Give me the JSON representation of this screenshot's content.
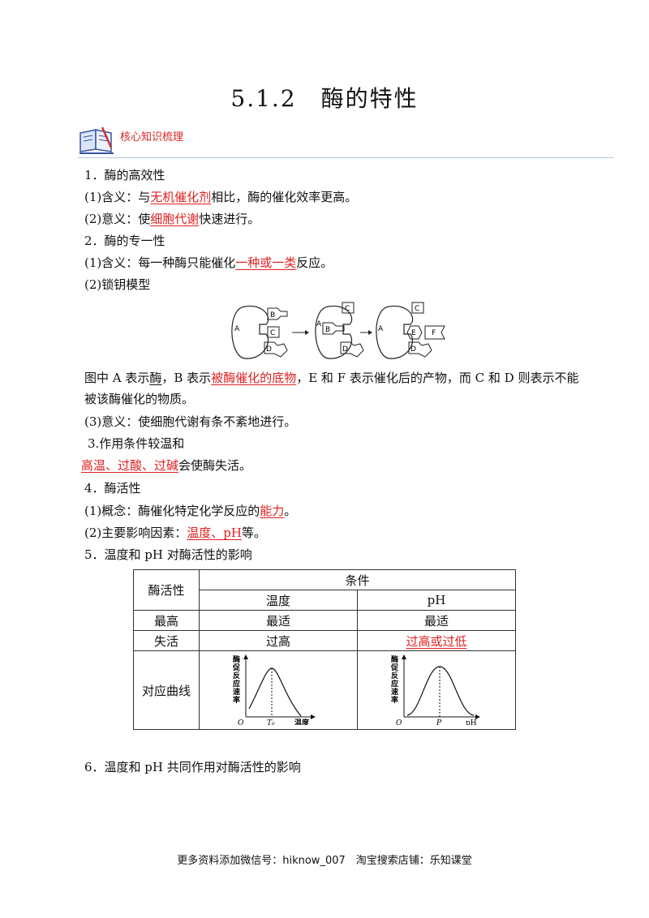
{
  "title": "5.1.2　酶的特性",
  "section": {
    "label": "核心知识梳理"
  },
  "content": {
    "h1": "1．酶的高效性",
    "l1a": "(1)含义：与",
    "l1b": "无机催化剂",
    "l1c": "相比，酶的催化效率更高。",
    "l2a": "(2)意义：使",
    "l2b": "细胞代谢",
    "l2c": "快速进行。",
    "h2": "2．酶的专一性",
    "l3a": "(1)含义：每一种酶只能催化",
    "l3b": "一种或一类",
    "l3c": "反应。",
    "l4": "(2)锁钥模型",
    "p1a": "图中 A 表示",
    "p1b": "酶",
    "p1c": "，B 表示",
    "p1d": "被酶催化的底物",
    "p1e": "，E 和 F 表示催化后的产物，而 C 和 D 则表示不能",
    "p2": "被该酶催化的物质。",
    "l5": "(3)意义：使细胞代谢有条不紊地进行。",
    "h3": "3.作用条件较温和",
    "l6a": "高温、过酸、过碱",
    "l6b": "会使酶失活。",
    "h4": "4．酶活性",
    "l7a": "(1)概念：酶催化特定化学反应的",
    "l7b": "能力",
    "l7c": "。",
    "l8a": "(2)主要影响因素：",
    "l8b": "温度、pH",
    "l8c": "等。",
    "h5": "5．温度和 pH 对酶活性的影响",
    "h6": "6．温度和 pH 共同作用对酶活性的影响"
  },
  "diagram": {
    "a": "A",
    "b": "B",
    "c": "C",
    "d": "D",
    "e": "E",
    "f": "F"
  },
  "table": {
    "rowhead": "酶活性",
    "colhead": "条件",
    "col1": "温度",
    "col2": "pH",
    "r1": {
      "label": "最高",
      "c1": "最适",
      "c2": "最适"
    },
    "r2": {
      "label": "失活",
      "c1": "过高",
      "c2": "过高或过低"
    },
    "r3": {
      "label": "对应曲线"
    },
    "graph": {
      "ylabel": [
        "酶",
        "促",
        "反",
        "应",
        "速",
        "率"
      ],
      "origin": "O",
      "t0": "T₀",
      "xlabel1": "温度",
      "p": "P",
      "xlabel2": "pH"
    }
  },
  "footer": "更多资料添加微信号：hiknow_007　淘宝搜索店铺：乐知课堂"
}
